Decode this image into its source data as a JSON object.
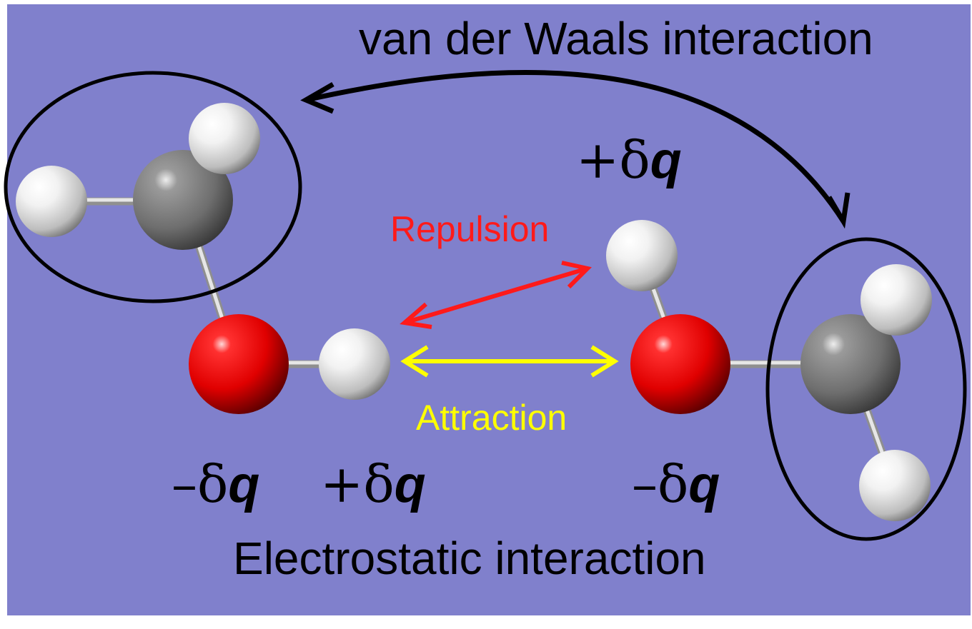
{
  "labels": {
    "vdw_title": "van der Waals interaction",
    "electrostatic_title": "Electrostatic interaction",
    "repulsion": "Repulsion",
    "attraction": "Attraction"
  },
  "charges": {
    "top_h_prefix": "+δ",
    "top_h_var": "q",
    "left_o_prefix": "–δ",
    "left_o_var": "q",
    "left_h_prefix": "+δ",
    "left_h_var": "q",
    "right_o_prefix": "–δ",
    "right_o_var": "q"
  },
  "colors": {
    "background": "#8080cc",
    "repulsion": "#ff1a1a",
    "attraction": "#ffff00",
    "oxygen": "#ff0000",
    "hydrogen": "#f0f0f0",
    "carbon": "#808080"
  }
}
